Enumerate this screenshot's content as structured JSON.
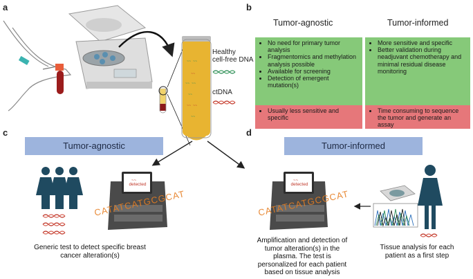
{
  "panels": {
    "a": "a",
    "b": "b",
    "c": "c",
    "d": "d"
  },
  "panel_a": {
    "healthy_label": "Healthy\ncell-free DNA",
    "ctdna_label": "ctDNA"
  },
  "panel_b": {
    "agnostic_title": "Tumor-agnostic",
    "informed_title": "Tumor-informed",
    "agnostic_pros": [
      "No need for primary tumor analysis",
      "Fragmentomics and methylation analysis possible",
      "Available for screening",
      "Detection of emergent mutation(s)"
    ],
    "agnostic_cons": [
      "Usually less sensitive and specific"
    ],
    "informed_pros": [
      "More sensitive and specific",
      "Better validation during neadjuvant chemotherapy and minimal residual disease monitoring"
    ],
    "informed_cons": [
      "Time consuming to sequence the tumor and generate an assay"
    ]
  },
  "panel_c": {
    "banner": "Tumor-agnostic",
    "screen_text": "detected",
    "sequence_text": "CATATCATGCGCAT",
    "caption": "Generic test to detect specific breast\ncancer alteration(s)"
  },
  "panel_d": {
    "banner": "Tumor-informed",
    "screen_text": "detected",
    "sequence_text": "CATATCATGCGCAT",
    "caption_left": "Amplification and detection of\ntumor alteration(s) in the\nplasma. The test is\npersonalized for each patient\nbased on tissue analysis",
    "caption_right": "Tissue analysis for each\npatient as a first step"
  },
  "colors": {
    "green": "#86c979",
    "red": "#e6777a",
    "banner": "#9db4dd",
    "figure": "#1f4a60",
    "dna_red": "#c0392b",
    "dna_green": "#2e8b57",
    "sequence": "#e67e22",
    "tube": "#e8b431",
    "blood": "#8b1a1a"
  }
}
